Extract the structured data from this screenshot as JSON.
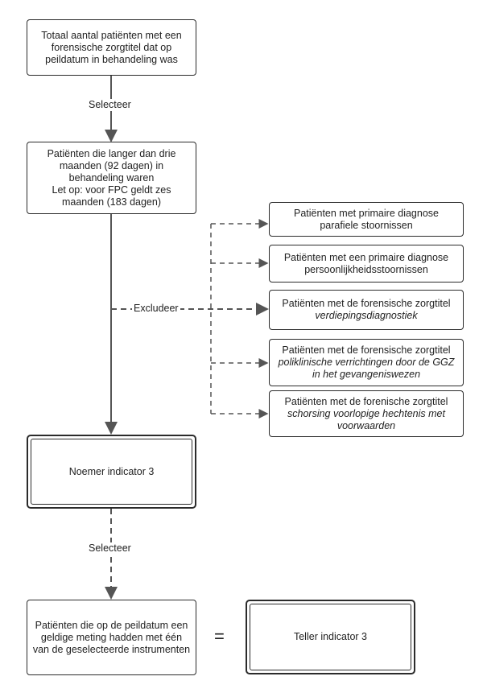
{
  "nodes": {
    "total": "Totaal aantal patiënten met een forensische zorgtitel dat op peildatum in behandeling was",
    "duration_line1": "Patiënten die langer dan drie maanden (92 dagen) in behandeling waren",
    "duration_line2": "Let op: voor FPC geldt zes maanden (183 dagen)",
    "excl1": "Patiënten met primaire diagnose parafiele stoornissen",
    "excl2": "Patiënten met een primaire diagnose persoonlijkheidsstoornissen",
    "excl3_text": "Patiënten met de forensische zorgtitel",
    "excl3_italic": "verdiepingsdiagnostiek",
    "excl4_text": "Patiënten met de forensische zorgtitel",
    "excl4_italic": "poliklinische verrichtingen door de GGZ in het gevangeniswezen",
    "excl5_text": "Patiënten met de forenische zorgtitel",
    "excl5_italic": "schorsing voorlopige hechtenis met voorwaarden",
    "noemer": "Noemer indicator 3",
    "valid": "Patiënten die op de peildatum een geldige meting hadden met één van de geselecteerde instrumenten",
    "teller": "Teller indicator 3"
  },
  "labels": {
    "select1": "Selecteer",
    "exclude": "Excludeer",
    "select2": "Selecteer",
    "equals": "="
  },
  "colors": {
    "line": "#555555",
    "border": "#2b2b2b"
  }
}
